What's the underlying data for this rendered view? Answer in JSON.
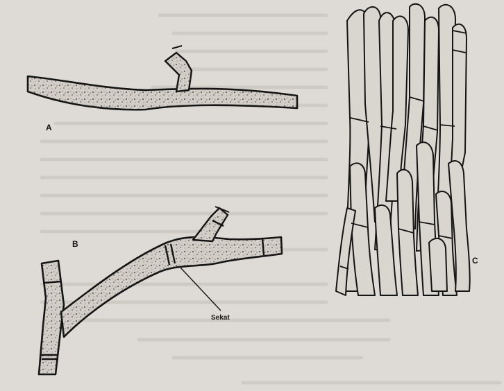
{
  "figure": {
    "panels": [
      {
        "id": "A",
        "label": "A",
        "subject": "hypha-without-septa"
      },
      {
        "id": "B",
        "label": "B",
        "subject": "hypha-with-septa"
      },
      {
        "id": "C",
        "label": "C",
        "subject": "pseudoparenchyma-mass"
      }
    ],
    "annotation": {
      "text": "Sekat"
    }
  },
  "colors": {
    "paper": "#dedbd6",
    "ink": "#141414",
    "cell_fill": "#d2cec7",
    "ghost_text": "#cbc7c0"
  }
}
